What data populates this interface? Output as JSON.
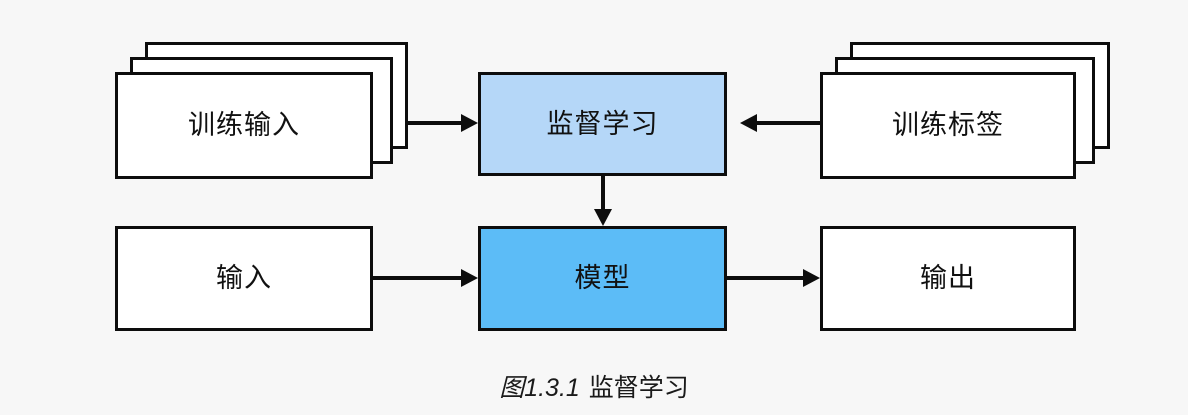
{
  "figure": {
    "caption_number": "图1.3.1",
    "caption_text": "监督学习",
    "background_color": "#f7f7f7",
    "stroke_color": "#0d0d0d"
  },
  "nodes": {
    "training_input": {
      "label": "训练输入",
      "fill": "#ffffff",
      "stacked": true,
      "stack_count": 3
    },
    "supervised_learning": {
      "label": "监督学习",
      "fill": "#b5d7f8",
      "stacked": false,
      "stack_count": 1
    },
    "training_labels": {
      "label": "训练标签",
      "fill": "#ffffff",
      "stacked": true,
      "stack_count": 3
    },
    "input": {
      "label": "输入",
      "fill": "#ffffff",
      "stacked": false,
      "stack_count": 1
    },
    "model": {
      "label": "模型",
      "fill": "#5cbcf7",
      "stacked": false,
      "stack_count": 1
    },
    "output": {
      "label": "输出",
      "fill": "#ffffff",
      "stacked": false,
      "stack_count": 1
    }
  },
  "edges": [
    {
      "name": "training-input-to-supervised-learning",
      "from": "training_input",
      "to": "supervised_learning",
      "direction": "right"
    },
    {
      "name": "training-labels-to-supervised-learning",
      "from": "training_labels",
      "to": "supervised_learning",
      "direction": "left"
    },
    {
      "name": "supervised-learning-to-model",
      "from": "supervised_learning",
      "to": "model",
      "direction": "down"
    },
    {
      "name": "input-to-model",
      "from": "input",
      "to": "model",
      "direction": "right"
    },
    {
      "name": "model-to-output",
      "from": "model",
      "to": "output",
      "direction": "right"
    }
  ]
}
